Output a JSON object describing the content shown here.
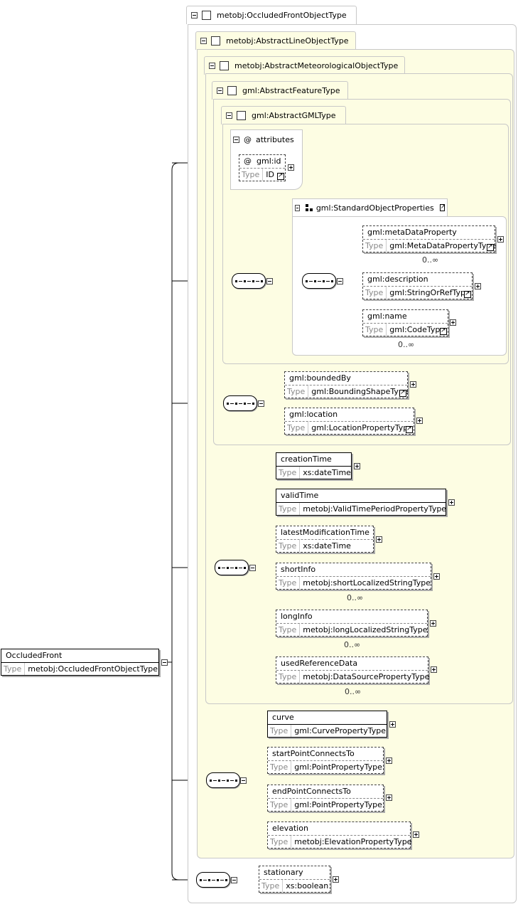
{
  "groups": {
    "g1": "metobj:OccludedFrontObjectType",
    "g2": "metobj:AbstractLineObjectType",
    "g3": "metobj:AbstractMeteorologicalObjectType",
    "g4": "gml:AbstractFeatureType",
    "g5": "gml:AbstractGMLType",
    "attributes": "attributes",
    "std_props": "gml:StandardObjectProperties"
  },
  "type_label": "Type",
  "at_sign": "@",
  "root": {
    "name": "OccludedFront",
    "type": "metobj:OccludedFrontObjectType"
  },
  "attr_id": {
    "name": "gml:id",
    "type": "ID"
  },
  "elements": {
    "metaDataProperty": {
      "name": "gml:metaDataProperty",
      "type": "gml:MetaDataPropertyType",
      "card": "0..∞"
    },
    "description": {
      "name": "gml:description",
      "type": "gml:StringOrRefType"
    },
    "gmlname": {
      "name": "gml:name",
      "type": "gml:CodeType",
      "card": "0..∞"
    },
    "boundedBy": {
      "name": "gml:boundedBy",
      "type": "gml:BoundingShapeType"
    },
    "location": {
      "name": "gml:location",
      "type": "gml:LocationPropertyType"
    },
    "creationTime": {
      "name": "creationTime",
      "type": "xs:dateTime"
    },
    "validTime": {
      "name": "validTime",
      "type": "metobj:ValidTimePeriodPropertyType"
    },
    "latestModificationTime": {
      "name": "latestModificationTime",
      "type": "xs:dateTime"
    },
    "shortInfo": {
      "name": "shortInfo",
      "type": "metobj:shortLocalizedStringType",
      "card": "0..∞"
    },
    "longInfo": {
      "name": "longInfo",
      "type": "metobj:longLocalizedStringType",
      "card": "0..∞"
    },
    "usedReferenceData": {
      "name": "usedReferenceData",
      "type": "metobj:DataSourcePropertyType",
      "card": "0..∞"
    },
    "curve": {
      "name": "curve",
      "type": "gml:CurvePropertyType"
    },
    "startPointConnectsTo": {
      "name": "startPointConnectsTo",
      "type": "gml:PointPropertyType"
    },
    "endPointConnectsTo": {
      "name": "endPointConnectsTo",
      "type": "gml:PointPropertyType"
    },
    "elevation": {
      "name": "elevation",
      "type": "metobj:ElevationPropertyType"
    },
    "stationary": {
      "name": "stationary",
      "type": "xs:boolean"
    }
  },
  "colors": {
    "group_bg": "#fdfde3",
    "group_border": "#c8c8c8",
    "line": "#000000"
  }
}
